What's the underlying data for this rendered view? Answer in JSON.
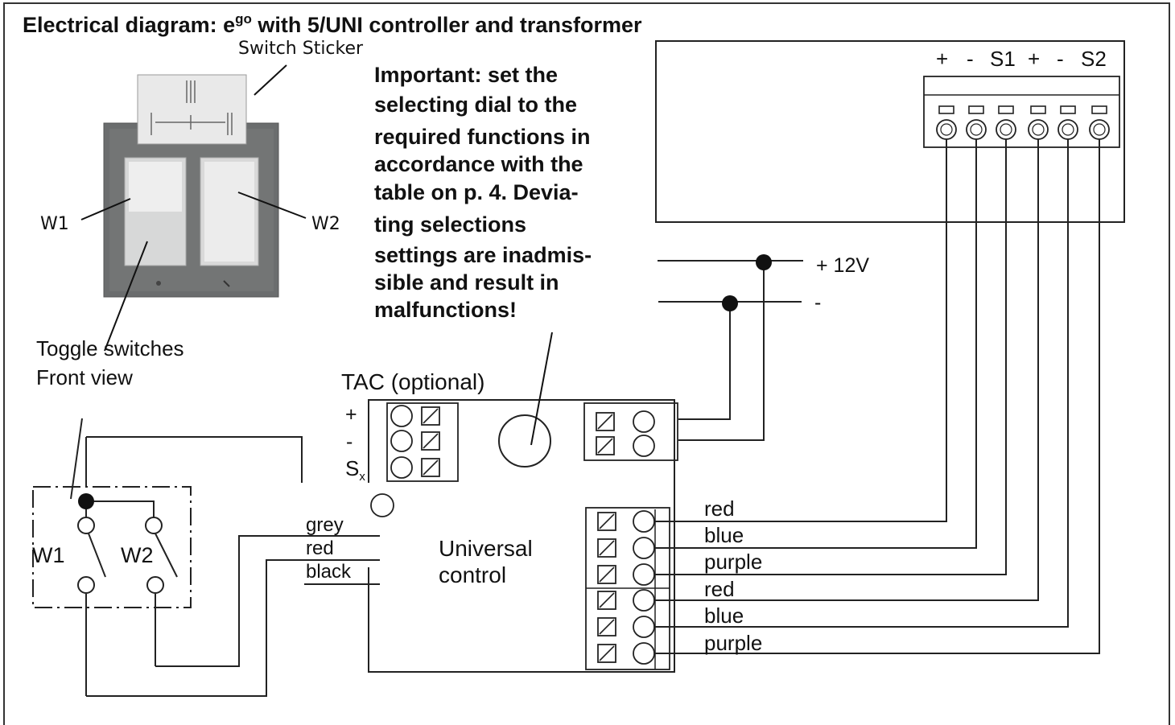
{
  "title": {
    "prefix": "Electrical diagram: e",
    "superscript": "go",
    "suffix": " with 5/UNI controller and transformer"
  },
  "photo_labels": {
    "switch_sticker": "Switch Sticker",
    "w1": "W1",
    "w2": "W2",
    "toggle_line1": "Toggle switches",
    "toggle_line2": "Front view"
  },
  "note_lines": [
    "Important: set the",
    "selecting dial to the",
    "required functions in",
    "accordance with the",
    "table on p. 4. Devia-",
    "ting selections",
    "settings are inadmis-",
    "sible and result in",
    "malfunctions!"
  ],
  "power": {
    "plus_label": "+ 12V",
    "minus_label": "-"
  },
  "tac": {
    "label": "TAC (optional)",
    "plus": "+",
    "minus": "-",
    "sx_main": "S",
    "sx_sub": "x"
  },
  "switch_schematic": {
    "w1": "W1",
    "w2": "W2"
  },
  "left_wires": [
    "grey",
    "red",
    "black"
  ],
  "control": {
    "line1": "Universal",
    "line2": "control"
  },
  "right_wires": [
    "red",
    "blue",
    "purple",
    "red",
    "blue",
    "purple"
  ],
  "terminal_labels": [
    "+",
    "-",
    "S1",
    "+",
    "-",
    "S2"
  ]
}
